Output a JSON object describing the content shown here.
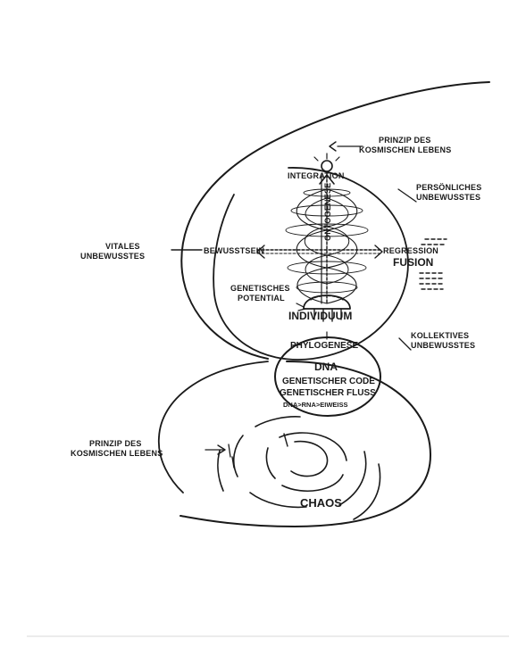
{
  "diagram": {
    "labels": {
      "prinzip_top": [
        "PRINZIP DES",
        "KOSMISCHEN LEBENS"
      ],
      "integration": "INTEGRATION",
      "ontogenese": "ONTOGENESE",
      "persoenliches": [
        "PERSÖNLICHES",
        "UNBEWUSSTES"
      ],
      "vitales": [
        "VITALES",
        "UNBEWUSSTES"
      ],
      "bewusstsein": "BEWUSSTSEIN",
      "regression": "REGRESSION",
      "fusion": "FUSION",
      "genetisches_potential": [
        "GENETISCHES",
        "POTENTIAL"
      ],
      "individuum": "INDIVIDUUM",
      "kollektives": [
        "KOLLEKTIVES",
        "UNBEWUSSTES"
      ],
      "phylogenese": "PHYLOGENESE",
      "dna": "DNA",
      "genetischer_code": "GENETISCHER CODE",
      "genetischer_fluss": "GENETISCHER FLUSS",
      "dna_rna": "DNA>RNA>EIWEISS",
      "prinzip_bottom": [
        "PRINZIP DES",
        "KOSMISCHEN LEBENS"
      ],
      "chaos": "CHAOS"
    }
  }
}
